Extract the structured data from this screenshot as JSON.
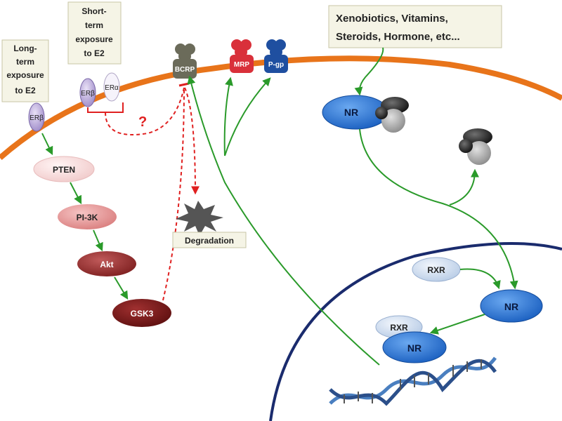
{
  "labels": {
    "long_term": [
      "Long-",
      "term",
      "exposure",
      "to E2"
    ],
    "short_term": [
      "Short-",
      "term",
      "exposure",
      "to E2"
    ],
    "xenobiotics": [
      "Xenobiotics, Vitamins,",
      "Steroids, Hormone, etc..."
    ],
    "degradation": "Degradation",
    "question": "?"
  },
  "transporters": {
    "bcrp": "BCRP",
    "mrp": "MRP",
    "pgp": "P-gp"
  },
  "receptors": {
    "er_beta": "ERβ",
    "er_alpha": "ERα"
  },
  "pathway": {
    "pten": "PTEN",
    "pi3k": "PI-3K",
    "akt": "Akt",
    "gsk3": "GSK3"
  },
  "nuclear": {
    "nr": "NR",
    "rxr": "RXR"
  },
  "colors": {
    "membrane": "#e8741a",
    "nucleus": "#1a2b6d",
    "arrow_green": "#2a9a2a",
    "inhibit_red": "#e02020",
    "nr_blue": "#1f6fd0",
    "rxr_light": "#c6d8f0",
    "pten": "#f6d8d8",
    "pi3k": "#e89a9a",
    "akt": "#9c2a2a",
    "gsk3": "#7a1a1a",
    "mrp": "#d9303a",
    "pgp": "#1f4fa0",
    "bcrp": "#6b6b5a",
    "label_box": "#f5f4e6"
  }
}
